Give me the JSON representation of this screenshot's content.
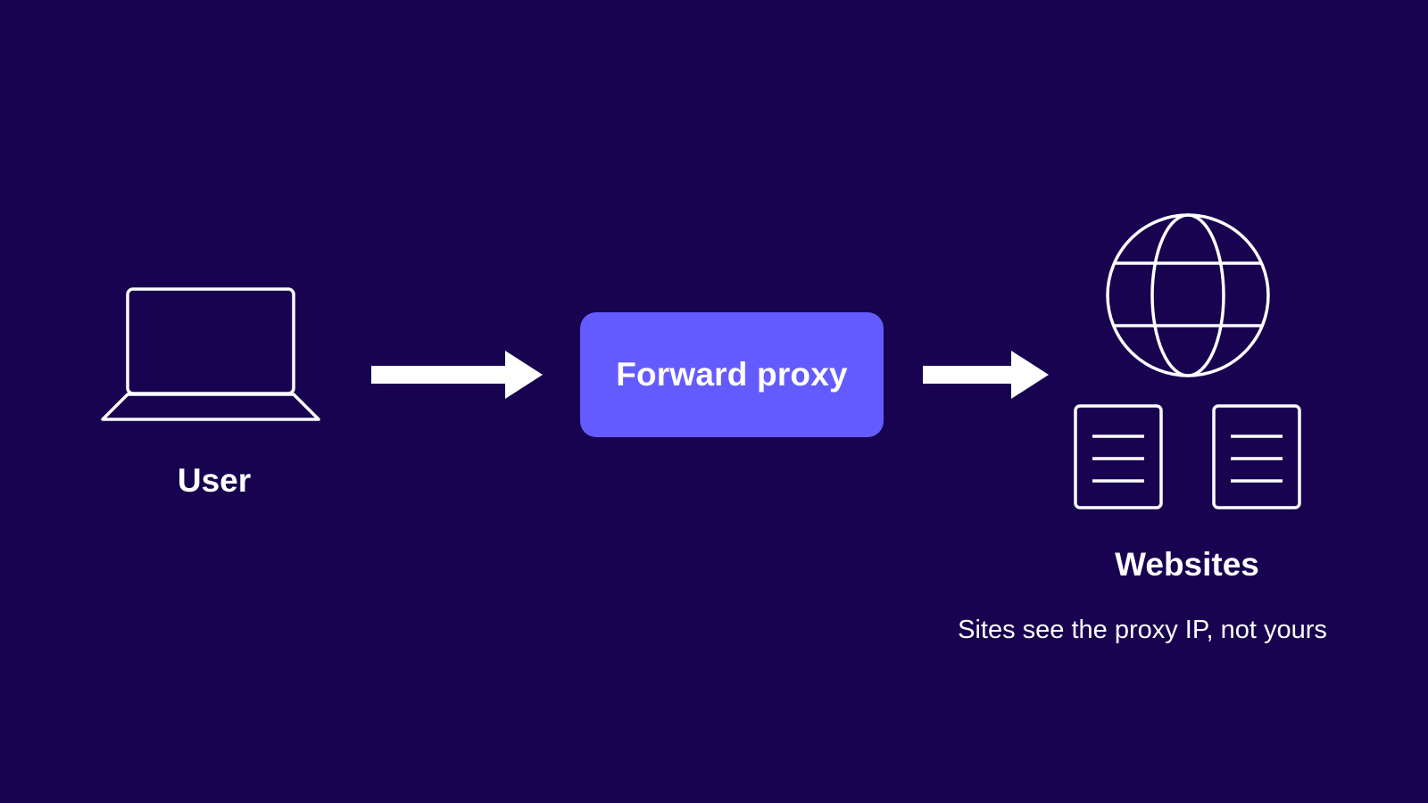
{
  "diagram": {
    "background_color": "#170350",
    "accent_color": "#645bff",
    "nodes": {
      "user": {
        "label": "User",
        "icon": "laptop-icon"
      },
      "proxy": {
        "label": "Forward proxy"
      },
      "websites": {
        "label": "Websites",
        "icons": [
          "globe-icon",
          "document-icon",
          "document-icon"
        ],
        "caption": "Sites see the proxy IP, not yours"
      }
    },
    "connectors": [
      "arrow-right-icon",
      "arrow-right-icon"
    ]
  }
}
